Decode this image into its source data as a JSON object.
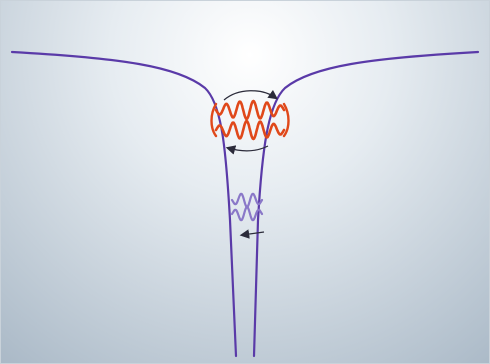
{
  "diagram": {
    "description": "",
    "colors": {
      "background_center": "#ffffff",
      "background_edge": "#a9b8c6",
      "well_curve": "#5a3aa8",
      "outer_wave": "#e0481a",
      "inner_wave": "#8a78c8",
      "arrow": "#2b2b3a"
    },
    "elements": [
      {
        "name": "potential-well-curve"
      },
      {
        "name": "outer-standing-wave-pair"
      },
      {
        "name": "outer-wave-arrow-right"
      },
      {
        "name": "outer-wave-arrow-left"
      },
      {
        "name": "inner-standing-wave-pair"
      },
      {
        "name": "inner-wave-arrow-left"
      }
    ]
  }
}
